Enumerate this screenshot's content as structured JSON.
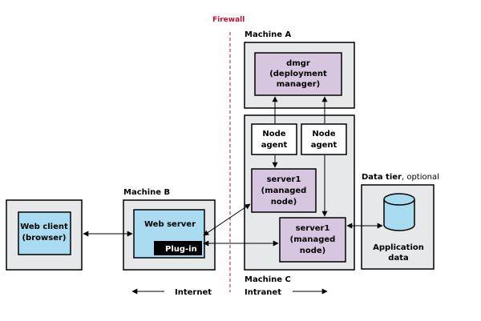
{
  "firewall_label": "Firewall",
  "machines": {
    "a": "Machine A",
    "b": "Machine B",
    "c": "Machine C"
  },
  "data_tier": {
    "label_bold": "Data tier",
    "label_rest": ", optional"
  },
  "dmgr": [
    "dmgr",
    "(deployment",
    "manager)"
  ],
  "node_agent_1": [
    "Node",
    "agent"
  ],
  "node_agent_2": [
    "Node",
    "agent"
  ],
  "server1_top": [
    "server1",
    "(managed",
    "node)"
  ],
  "server1_bottom": [
    "server1",
    "(managed",
    "node)"
  ],
  "web_client": [
    "Web client",
    "(browser)"
  ],
  "web_server": "Web server",
  "plugin": "Plug-in",
  "app_data": [
    "Application",
    "data"
  ],
  "zones": {
    "internet": "Internet",
    "intranet": "Intranet"
  },
  "colors": {
    "machine_fill": "#e6e8ea",
    "purple_box": "#d6c6e0",
    "blue_box": "#a9dcf0",
    "firewall": "#c8102e"
  }
}
